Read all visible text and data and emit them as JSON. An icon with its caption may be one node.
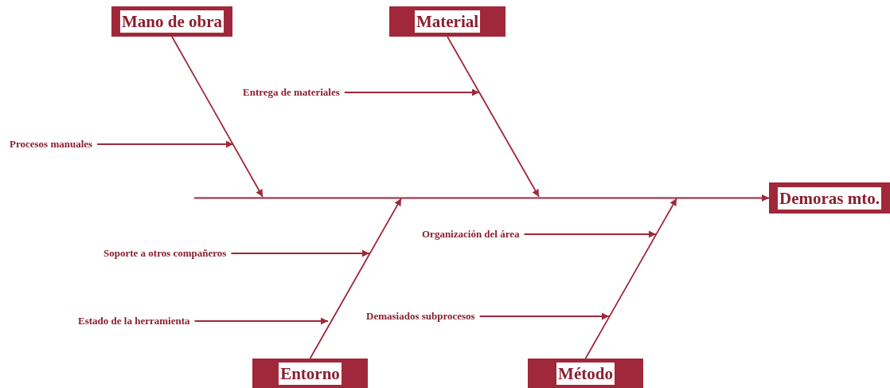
{
  "diagram": {
    "nodes": [
      {
        "text": [
          "Mano de obra"
        ]
      },
      {
        "text": [
          "Material"
        ]
      },
      {
        "text": [
          "Demoras mto."
        ]
      },
      {
        "text": [
          "Entorno"
        ]
      },
      {
        "text": [
          "Método"
        ]
      },
      {
        "text": [
          "Procesos manuales"
        ]
      },
      {
        "text": [
          "Entrega de materiales"
        ]
      },
      {
        "text": [
          "Soporte a otros compañeros"
        ]
      },
      {
        "text": [
          "Estado de la herramienta"
        ]
      },
      {
        "text": [
          "Organización del área"
        ]
      },
      {
        "text": [
          "Demasiados subprocesos"
        ]
      }
    ],
    "edges": [
      {
        "from": null,
        "to": 2,
        "arrow": "to"
      },
      {
        "from": 0,
        "to": null,
        "arrow": "to"
      },
      {
        "from": 1,
        "to": null,
        "arrow": "to"
      },
      {
        "from": 3,
        "to": null,
        "arrow": "to"
      },
      {
        "from": 4,
        "to": null,
        "arrow": "to"
      },
      {
        "from": 5,
        "to": null,
        "arrow": "to"
      },
      {
        "from": 6,
        "to": null,
        "arrow": "to"
      },
      {
        "from": 7,
        "to": null,
        "arrow": "to"
      },
      {
        "from": 8,
        "to": null,
        "arrow": "to"
      },
      {
        "from": 9,
        "to": null,
        "arrow": "to"
      },
      {
        "from": 10,
        "to": null,
        "arrow": "to"
      }
    ]
  }
}
